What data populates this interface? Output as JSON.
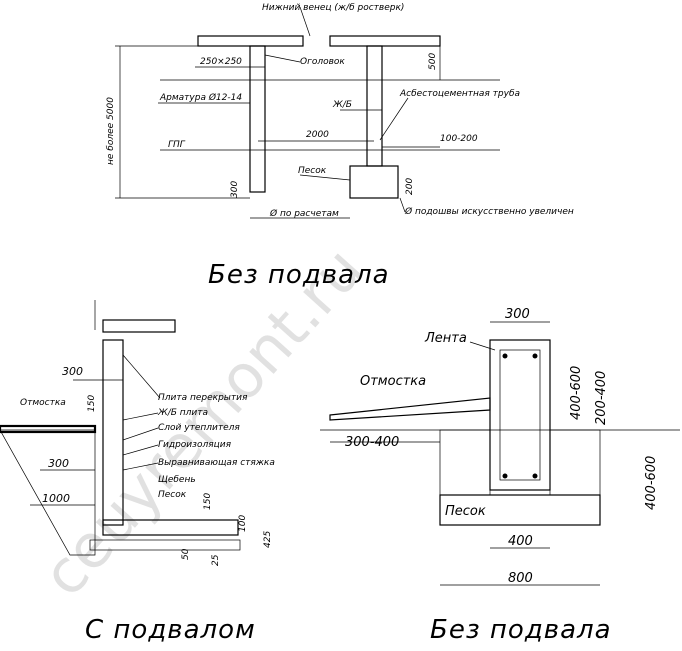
{
  "watermark": "ceuyremont.ru",
  "top": {
    "title": "Без подвала",
    "labels": {
      "nizhniy_venets": "Нижний венец (ж/б ростверк)",
      "ogolovok": "Оголовок",
      "armatura": "Арматура Ø12-14",
      "zhb": "Ж/Б",
      "asbest": "Асбестоцементная труба",
      "gpg": "ГПГ",
      "pesok": "Песок",
      "po_raschetam": "Ø по расчетам",
      "podoshva": "Ø подошвы искусственно увеличен",
      "ne_bolee": "не более 5000"
    },
    "dims": {
      "d250": "250×250",
      "d500": "500",
      "d2000": "2000",
      "d100_200": "100-200",
      "d300": "300",
      "d200": "200"
    }
  },
  "left": {
    "title": "С подвалом",
    "labels": {
      "otmostka": "Отмостка",
      "plita": "Плита перекрытия",
      "zhb_plita": "Ж/Б плита",
      "uteplitel": "Слой утеплителя",
      "gidro": "Гидроизоляция",
      "styazhka": "Выравнивающая стяжка",
      "shcheben": "Щебень",
      "pesok": "Песок"
    },
    "dims": {
      "d300a": "300",
      "d150a": "150",
      "d300b": "300",
      "d1000": "1000",
      "d150b": "150",
      "d100": "100",
      "d50": "50",
      "d25": "25",
      "d425": "425"
    }
  },
  "right": {
    "title": "Без подвала",
    "labels": {
      "lenta": "Лента",
      "otmostka": "Отмостка",
      "pesok": "Песок"
    },
    "dims": {
      "d300": "300",
      "d400_600a": "400-600",
      "d200_400": "200-400",
      "d300_400": "300-400",
      "d400_600b": "400-600",
      "d400": "400",
      "d800": "800"
    }
  }
}
